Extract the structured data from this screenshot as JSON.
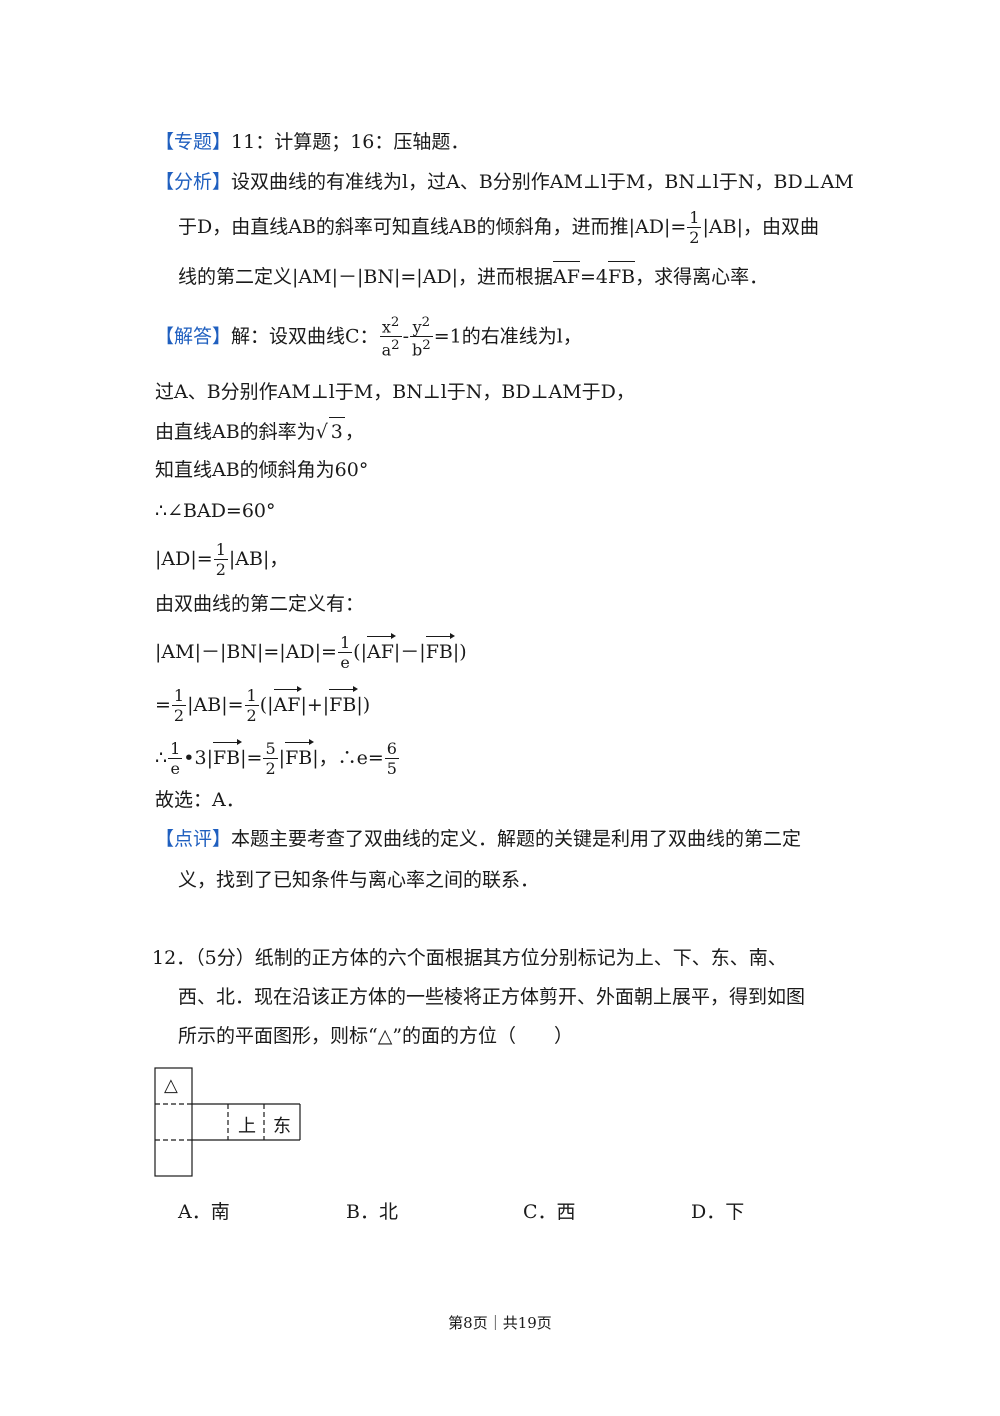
{
  "zhuanti": {
    "tag": "【专题】",
    "text": "11：计算题；16：压轴题．"
  },
  "fenxi": {
    "tag": "【分析】",
    "line1": "设双曲线的有准线为l，过A、B分别作AM⊥l于M，BN⊥l于N，BD⊥AM",
    "line2_a": "于D，由直线AB的斜率可知直线AB的倾斜角，进而推",
    "line2_ad": "|AD|=",
    "line2_ab": "|AB|",
    "line2_b": "，由双曲",
    "line3_a": "线的第二定义|AM|－|BN|=|AD|，进而根据",
    "line3_af": "AF",
    "line3_mid": "=4",
    "line3_fb": "FB",
    "line3_b": "，求得离心率．"
  },
  "jieda": {
    "tag": "【解答】",
    "intro": "解：设双曲线C：",
    "x2": "x",
    "a2": "a",
    "y2": "y",
    "b2": "b",
    "sup2": "2",
    "minus": "-",
    "eq1": "=1的右准线为l，",
    "l1": "过A、B分别作AM⊥l于M，BN⊥l于N，BD⊥AM于D，",
    "l2_a": "由直线AB的斜率为",
    "l2_root": "3",
    "l2_b": "，",
    "l3": "知直线AB的倾斜角为60°",
    "l4": "∴∠BAD=60°",
    "l5_a": "|AD|=",
    "l5_b": "|AB|，",
    "l6": "由双曲线的第二定义有：",
    "l7_a": "|AM|－|BN|=|AD|=",
    "l7_b": "(|",
    "l7_c": "|－|",
    "l7_d": "|)",
    "l8_a": "=",
    "l8_b": "|AB|=",
    "l8_c": "(|",
    "l8_d": "|+|",
    "l8_e": "|)",
    "l9_a": "∴",
    "l9_b": "•3|",
    "l9_c": "|=",
    "l9_d": "|",
    "l9_e": "|，∴e=",
    "l10": "故选：A．",
    "one": "1",
    "two": "2",
    "five": "5",
    "six": "6",
    "e": "e",
    "AF": "AF",
    "FB": "FB"
  },
  "dianping": {
    "tag": "【点评】",
    "line1": "本题主要考查了双曲线的定义．解题的关键是利用了双曲线的第二定",
    "line2": "义，找到了已知条件与离心率之间的联系．"
  },
  "q12": {
    "line1": "12．（5分）纸制的正方体的六个面根据其方位分别标记为上、下、东、南、",
    "line2": "西、北．现在沿该正方体的一些棱将正方体剪开、外面朝上展平，得到如图",
    "line3": "所示的平面图形，则标“△”的面的方位（　　）",
    "net": {
      "triangle": "△",
      "up": "上",
      "east": "东"
    },
    "options": [
      "A．南",
      "B．北",
      "C．西",
      "D．下"
    ]
  },
  "footer": "第8页｜共19页"
}
